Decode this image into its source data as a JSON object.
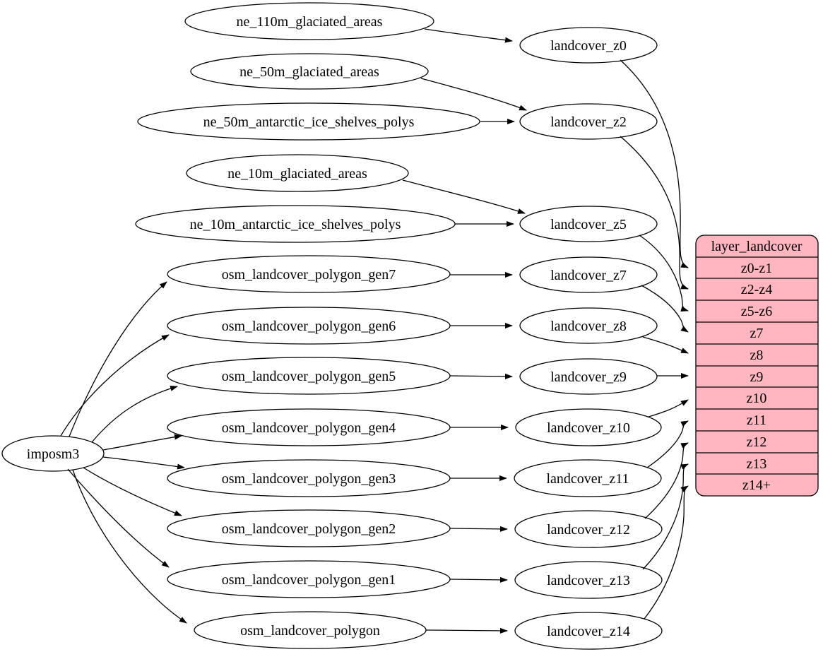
{
  "diagram": {
    "colors": {
      "background": "#ffffff",
      "node_fill": "#ffffff",
      "stroke": "#000000",
      "table_fill": "#ffb6c1"
    },
    "nodes": {
      "imposm3": "imposm3",
      "ne_110m_glaciated_areas": "ne_110m_glaciated_areas",
      "ne_50m_glaciated_areas": "ne_50m_glaciated_areas",
      "ne_50m_antarctic_ice_shelves_polys": "ne_50m_antarctic_ice_shelves_polys",
      "ne_10m_glaciated_areas": "ne_10m_glaciated_areas",
      "ne_10m_antarctic_ice_shelves_polys": "ne_10m_antarctic_ice_shelves_polys",
      "osm_landcover_polygon_gen7": "osm_landcover_polygon_gen7",
      "osm_landcover_polygon_gen6": "osm_landcover_polygon_gen6",
      "osm_landcover_polygon_gen5": "osm_landcover_polygon_gen5",
      "osm_landcover_polygon_gen4": "osm_landcover_polygon_gen4",
      "osm_landcover_polygon_gen3": "osm_landcover_polygon_gen3",
      "osm_landcover_polygon_gen2": "osm_landcover_polygon_gen2",
      "osm_landcover_polygon_gen1": "osm_landcover_polygon_gen1",
      "osm_landcover_polygon": "osm_landcover_polygon",
      "landcover_z0": "landcover_z0",
      "landcover_z2": "landcover_z2",
      "landcover_z5": "landcover_z5",
      "landcover_z7": "landcover_z7",
      "landcover_z8": "landcover_z8",
      "landcover_z9": "landcover_z9",
      "landcover_z10": "landcover_z10",
      "landcover_z11": "landcover_z11",
      "landcover_z12": "landcover_z12",
      "landcover_z13": "landcover_z13",
      "landcover_z14": "landcover_z14"
    },
    "table": {
      "title": "layer_landcover",
      "rows": [
        "z0-z1",
        "z2-z4",
        "z5-z6",
        "z7",
        "z8",
        "z9",
        "z10",
        "z11",
        "z12",
        "z13",
        "z14+"
      ]
    },
    "edges": [
      [
        "ne_110m_glaciated_areas",
        "landcover_z0"
      ],
      [
        "ne_50m_glaciated_areas",
        "landcover_z2"
      ],
      [
        "ne_50m_antarctic_ice_shelves_polys",
        "landcover_z2"
      ],
      [
        "ne_10m_glaciated_areas",
        "landcover_z5"
      ],
      [
        "ne_10m_antarctic_ice_shelves_polys",
        "landcover_z5"
      ],
      [
        "imposm3",
        "osm_landcover_polygon_gen7"
      ],
      [
        "imposm3",
        "osm_landcover_polygon_gen6"
      ],
      [
        "imposm3",
        "osm_landcover_polygon_gen5"
      ],
      [
        "imposm3",
        "osm_landcover_polygon_gen4"
      ],
      [
        "imposm3",
        "osm_landcover_polygon_gen3"
      ],
      [
        "imposm3",
        "osm_landcover_polygon_gen2"
      ],
      [
        "imposm3",
        "osm_landcover_polygon_gen1"
      ],
      [
        "imposm3",
        "osm_landcover_polygon"
      ],
      [
        "osm_landcover_polygon_gen7",
        "landcover_z7"
      ],
      [
        "osm_landcover_polygon_gen6",
        "landcover_z8"
      ],
      [
        "osm_landcover_polygon_gen5",
        "landcover_z9"
      ],
      [
        "osm_landcover_polygon_gen4",
        "landcover_z10"
      ],
      [
        "osm_landcover_polygon_gen3",
        "landcover_z11"
      ],
      [
        "osm_landcover_polygon_gen2",
        "landcover_z12"
      ],
      [
        "osm_landcover_polygon_gen1",
        "landcover_z13"
      ],
      [
        "osm_landcover_polygon",
        "landcover_z14"
      ],
      [
        "landcover_z0",
        "layer_landcover:z0-z1"
      ],
      [
        "landcover_z2",
        "layer_landcover:z2-z4"
      ],
      [
        "landcover_z5",
        "layer_landcover:z5-z6"
      ],
      [
        "landcover_z7",
        "layer_landcover:z7"
      ],
      [
        "landcover_z8",
        "layer_landcover:z8"
      ],
      [
        "landcover_z9",
        "layer_landcover:z9"
      ],
      [
        "landcover_z10",
        "layer_landcover:z10"
      ],
      [
        "landcover_z11",
        "layer_landcover:z11"
      ],
      [
        "landcover_z12",
        "layer_landcover:z12"
      ],
      [
        "landcover_z13",
        "layer_landcover:z13"
      ],
      [
        "landcover_z14",
        "layer_landcover:z14+"
      ]
    ]
  }
}
